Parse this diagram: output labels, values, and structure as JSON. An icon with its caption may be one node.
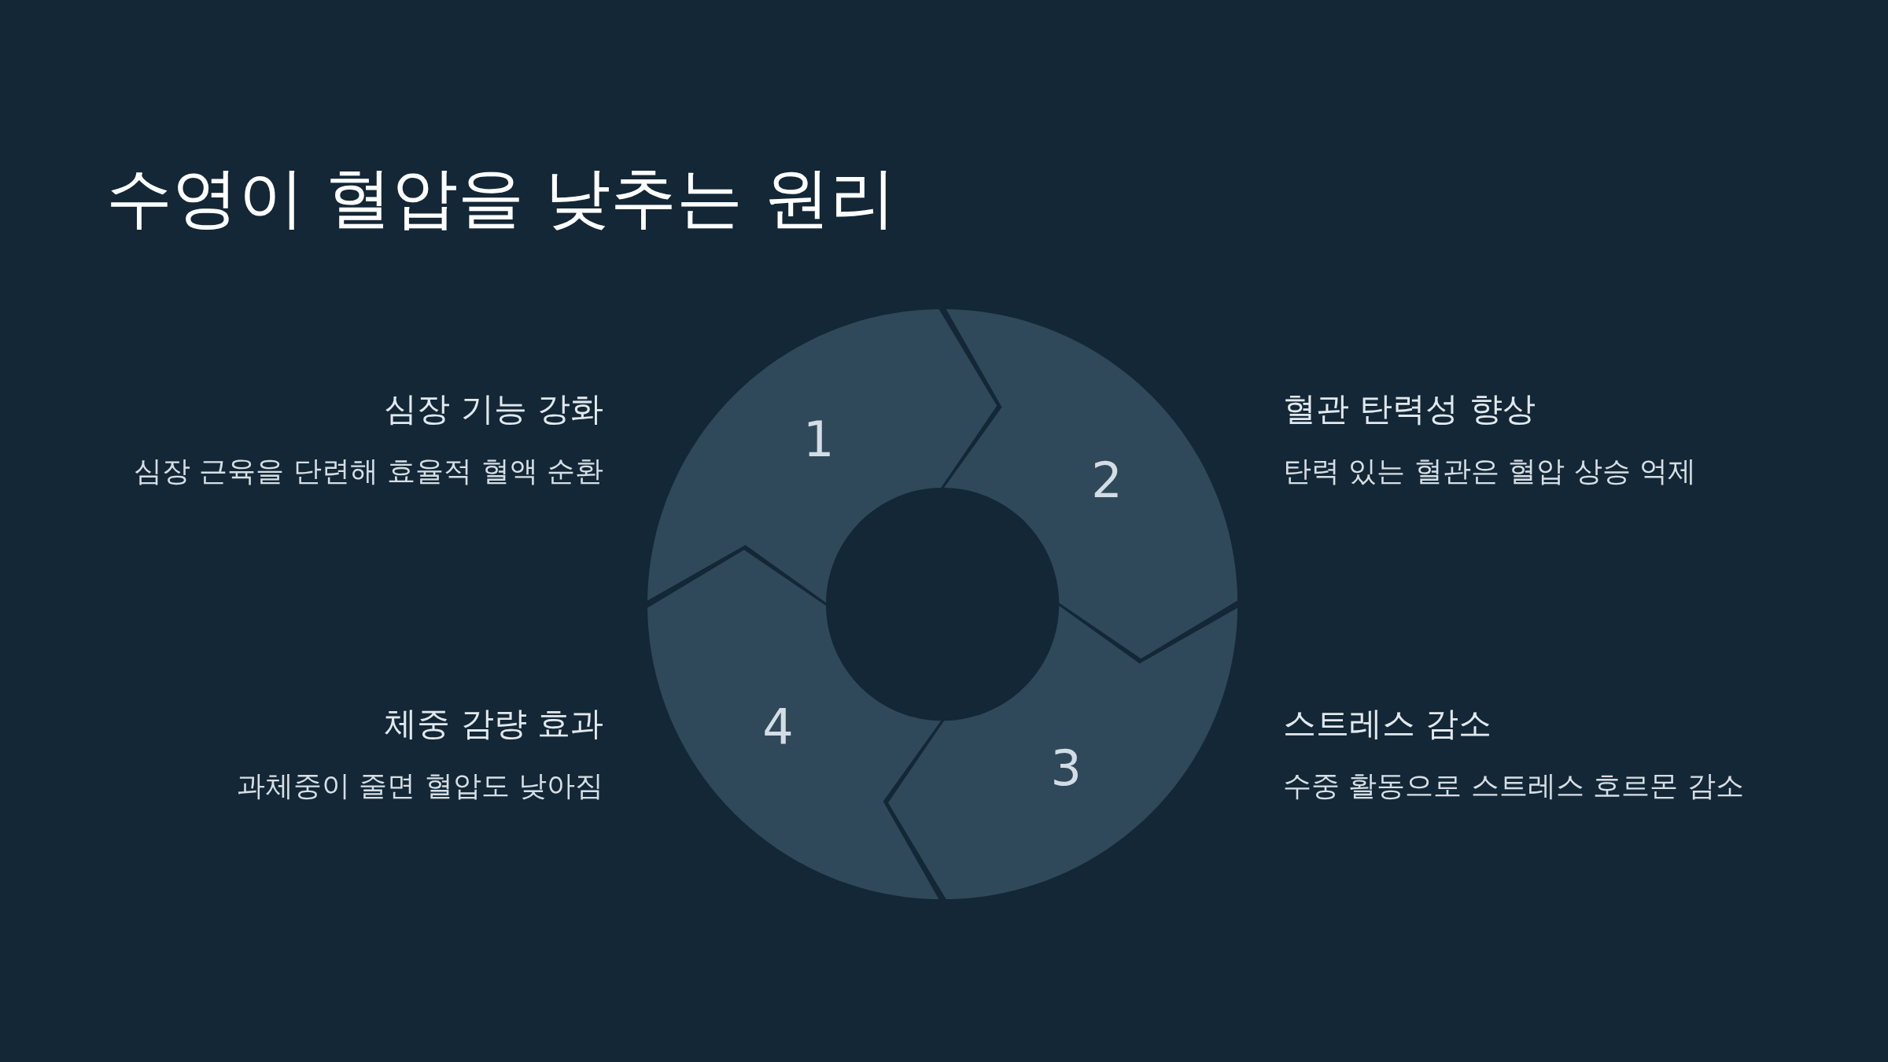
{
  "diagram": {
    "title": "수영이 혈압을 낮추는 원리",
    "nodes": [
      {
        "text": [
          "1"
        ],
        "beside": [
          "심장 기능 강화",
          "심장 근육을 단련해 효율적 혈액 순환"
        ]
      },
      {
        "text": [
          "2"
        ],
        "beside": [
          "혈관 탄력성 향상",
          "탄력 있는 혈관은 혈압 상승 억제"
        ]
      },
      {
        "text": [
          "3"
        ],
        "beside": [
          "스트레스 감소",
          "수중 활동으로 스트레스 호르몬 감소"
        ]
      },
      {
        "text": [
          "4"
        ],
        "beside": [
          "체중 감량 효과",
          "과체중이 줄면 혈압도 낮아짐"
        ]
      }
    ],
    "edges": []
  }
}
